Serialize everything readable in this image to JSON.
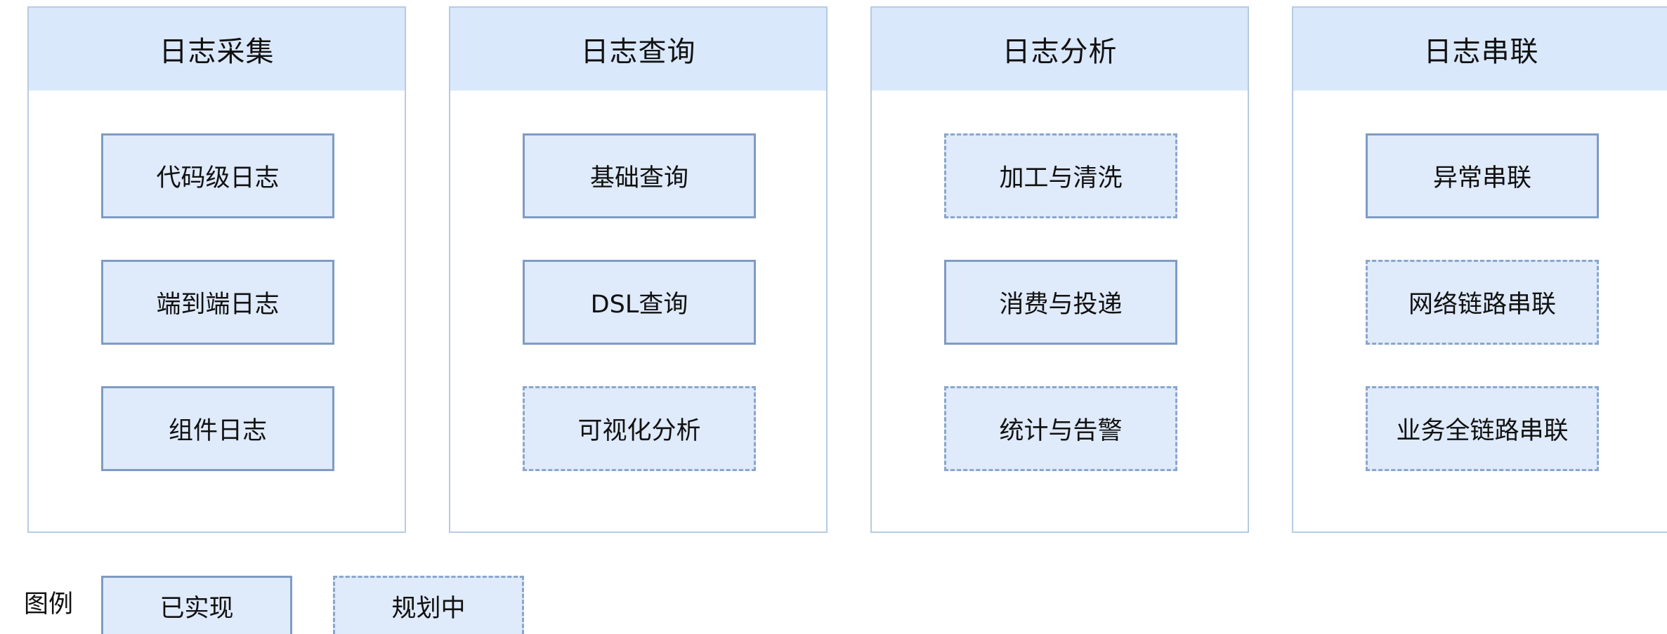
{
  "columns": [
    {
      "title": "日志采集",
      "items": [
        {
          "label": "代码级日志",
          "status": "implemented"
        },
        {
          "label": "端到端日志",
          "status": "implemented"
        },
        {
          "label": "组件日志",
          "status": "implemented"
        }
      ]
    },
    {
      "title": "日志查询",
      "items": [
        {
          "label": "基础查询",
          "status": "implemented"
        },
        {
          "label": "DSL查询",
          "status": "implemented"
        },
        {
          "label": "可视化分析",
          "status": "planned"
        }
      ]
    },
    {
      "title": "日志分析",
      "items": [
        {
          "label": "加工与清洗",
          "status": "planned"
        },
        {
          "label": "消费与投递",
          "status": "implemented"
        },
        {
          "label": "统计与告警",
          "status": "planned"
        }
      ]
    },
    {
      "title": "日志串联",
      "items": [
        {
          "label": "异常串联",
          "status": "implemented"
        },
        {
          "label": "网络链路串联",
          "status": "planned"
        },
        {
          "label": "业务全链路串联",
          "status": "planned"
        }
      ]
    }
  ],
  "legend": {
    "label": "图例",
    "implemented": "已实现",
    "planned": "规划中"
  },
  "colors": {
    "header_fill": "#dae8fc",
    "box_fill": "#dfeafa",
    "border_solid": "#7f9cc2",
    "border_dashed": "#8aa6cc",
    "column_border": "#b6cbe3"
  }
}
